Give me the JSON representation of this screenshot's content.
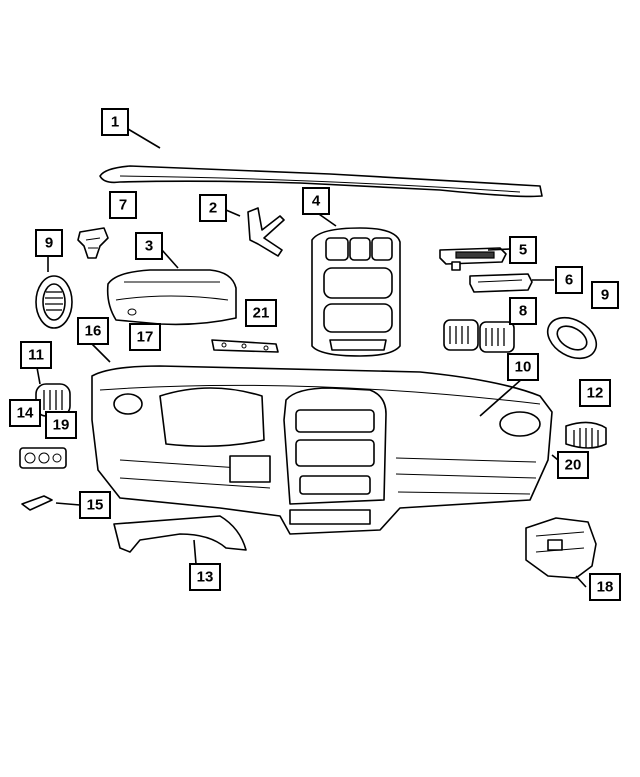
{
  "callouts": [
    {
      "id": "1",
      "label": "1"
    },
    {
      "id": "2",
      "label": "2"
    },
    {
      "id": "3",
      "label": "3"
    },
    {
      "id": "4",
      "label": "4"
    },
    {
      "id": "5",
      "label": "5"
    },
    {
      "id": "6",
      "label": "6"
    },
    {
      "id": "7",
      "label": "7"
    },
    {
      "id": "8",
      "label": "8"
    },
    {
      "id": "9a",
      "label": "9"
    },
    {
      "id": "9b",
      "label": "9"
    },
    {
      "id": "10",
      "label": "10"
    },
    {
      "id": "11",
      "label": "11"
    },
    {
      "id": "12",
      "label": "12"
    },
    {
      "id": "13",
      "label": "13"
    },
    {
      "id": "14",
      "label": "14"
    },
    {
      "id": "15",
      "label": "15"
    },
    {
      "id": "16",
      "label": "16"
    },
    {
      "id": "17",
      "label": "17"
    },
    {
      "id": "18",
      "label": "18"
    },
    {
      "id": "19",
      "label": "19"
    },
    {
      "id": "20",
      "label": "20"
    },
    {
      "id": "21",
      "label": "21"
    }
  ],
  "colors": {
    "line": "#000000",
    "background": "#ffffff"
  }
}
